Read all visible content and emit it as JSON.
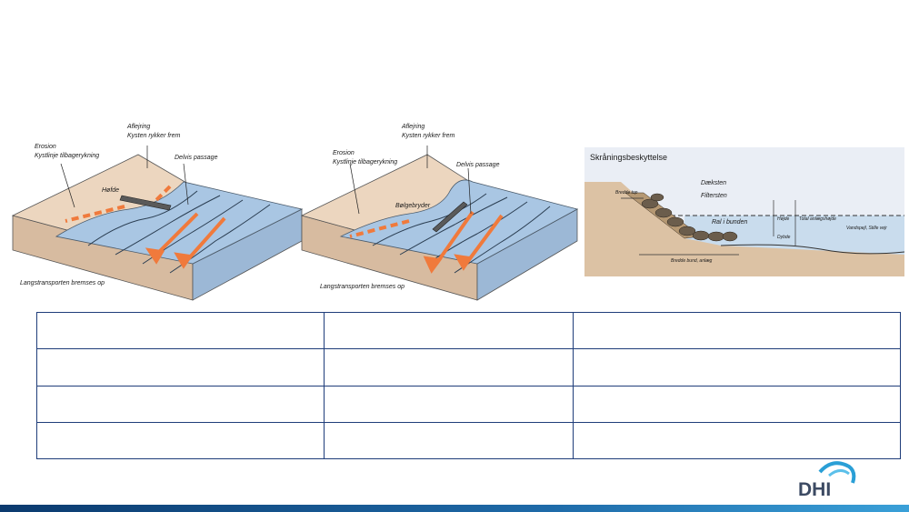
{
  "diagram1": {
    "labels": {
      "accretion": "Aflejring",
      "accretion_sub": "Kysten rykker frem",
      "erosion": "Erosion",
      "erosion_sub": "Kystlinje tilbagerykning",
      "partial": "Delvis passage",
      "structure": "Høfde",
      "bottom": "Langstransporten bremses op"
    }
  },
  "diagram2": {
    "labels": {
      "accretion": "Aflejring",
      "accretion_sub": "Kysten rykker frem",
      "erosion": "Erosion",
      "erosion_sub": "Kystlinje tilbagerykning",
      "partial": "Delvis passage",
      "structure": "Bølgebryder",
      "bottom": "Langstransporten bremses op"
    }
  },
  "diagram3": {
    "title": "Skråningsbeskyttelse",
    "labels": {
      "cover": "Dæksten",
      "filter": "Filtersten",
      "toe": "Ral i bunden",
      "crest": "Bredde top",
      "height": "Højde",
      "depth": "Dybde",
      "total": "Total anlægshøjde",
      "water": "Vandspejl, Stille vejr",
      "bottom_width": "Bredde bund, anlæg"
    }
  },
  "table": {
    "rows": 4,
    "cols": 3
  },
  "logo": {
    "text": "DHI",
    "colors": {
      "text": "#3c4a63",
      "wave": "#2a9fd6"
    }
  },
  "colors": {
    "water": "#a9c6e3",
    "sand": "#e9d4bd",
    "arrow": "#f07a3c",
    "footer": "#0b3a6e",
    "table_border": "#1f3d7a"
  }
}
